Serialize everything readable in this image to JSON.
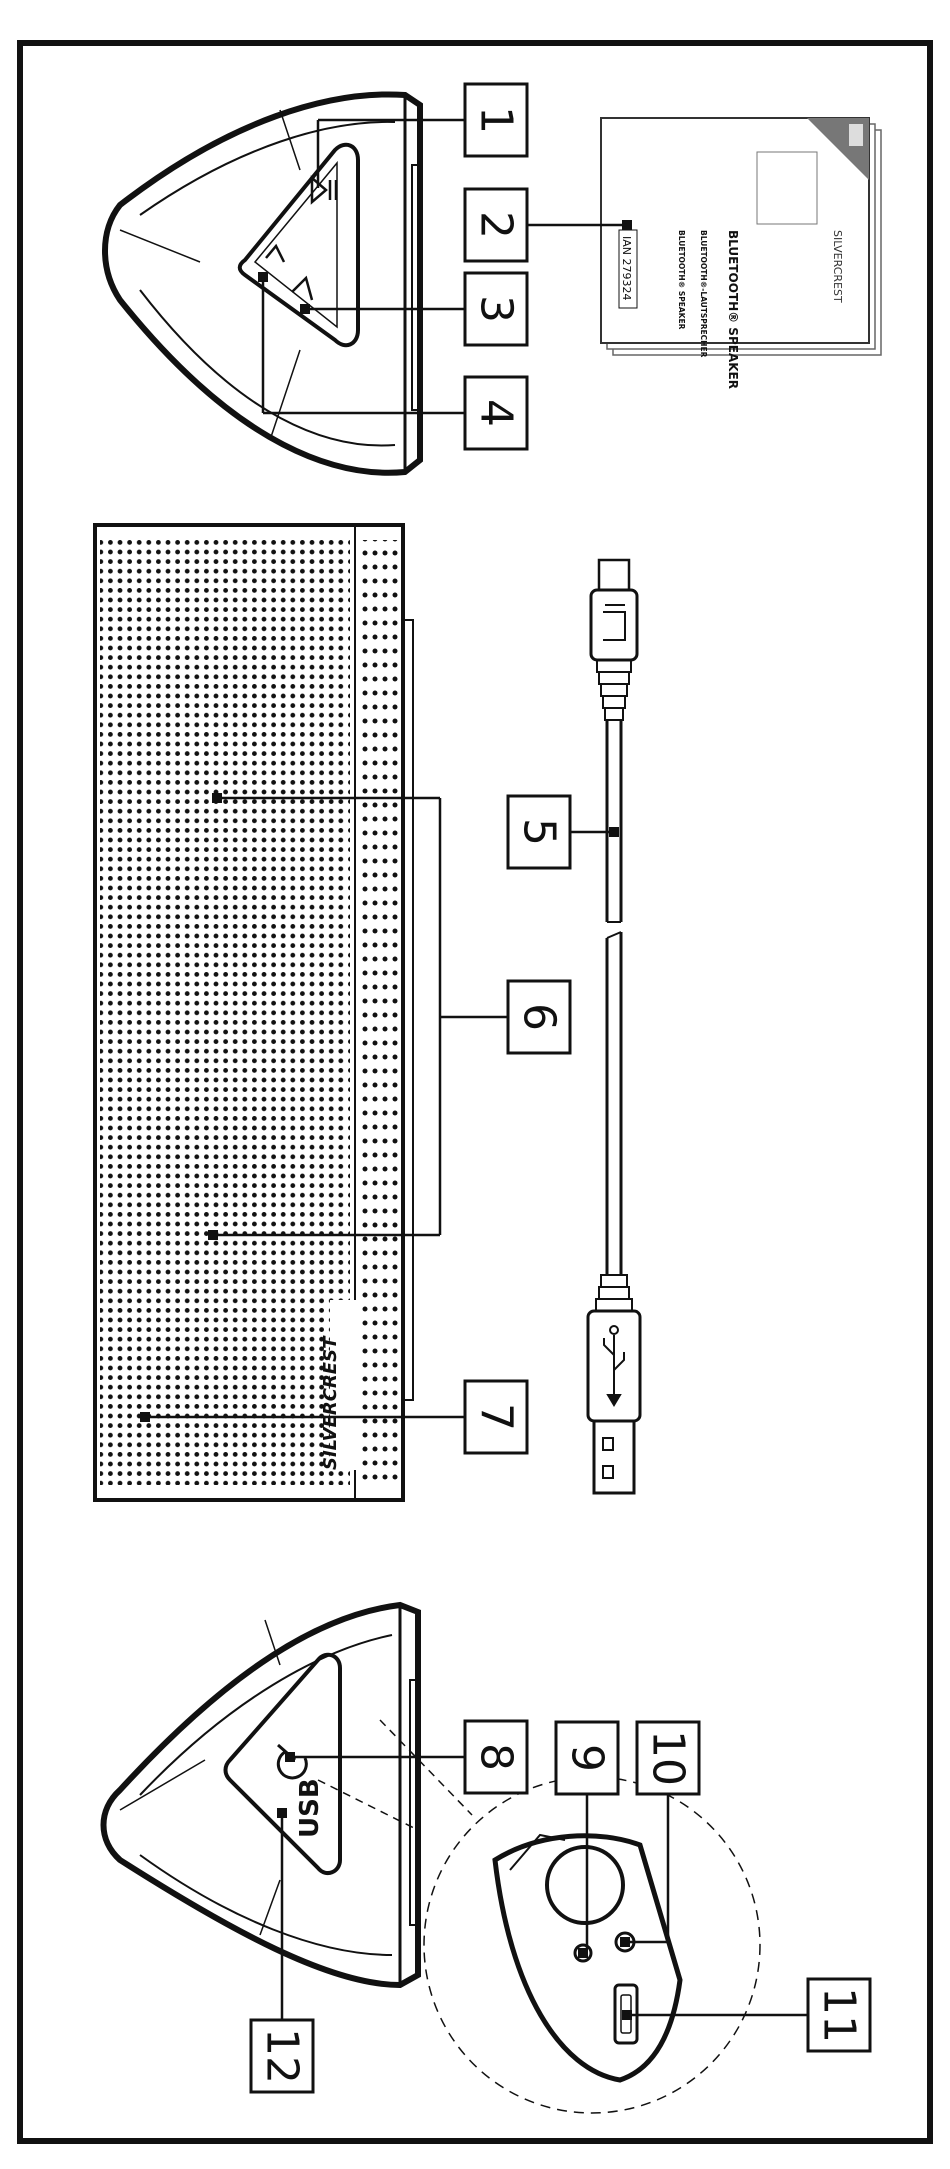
{
  "callouts": [
    "1",
    "2",
    "3",
    "4",
    "5",
    "6",
    "7",
    "8",
    "9",
    "10",
    "11",
    "12"
  ],
  "speaker_brand": "SILVERCREST",
  "usb_button_label": "USB",
  "manual": {
    "brand": "SILVERCREST",
    "title": "BLUETOOTH® SPEAKER",
    "line_de": "BLUETOOTH®-LAUTSPRECHER",
    "line_en": "BLUETOOTH® SPEAKER",
    "ian": "IAN 279324"
  }
}
